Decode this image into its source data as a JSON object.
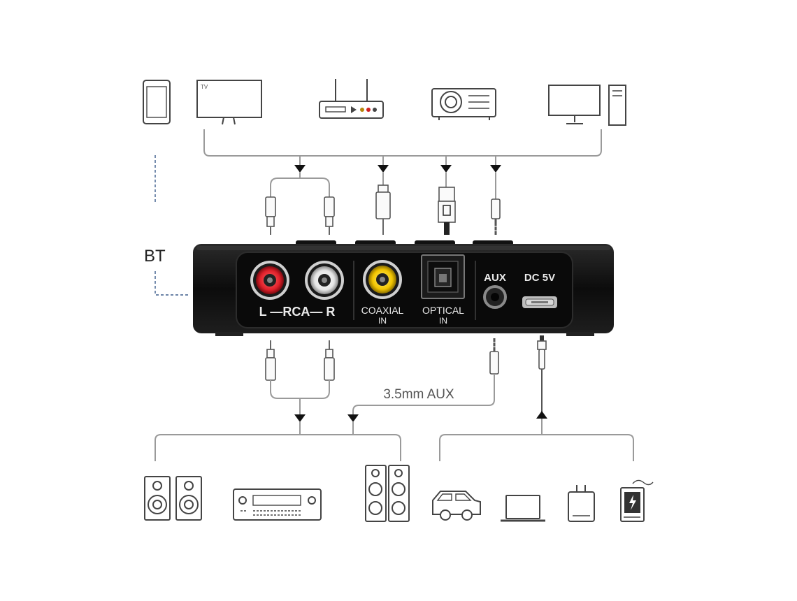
{
  "labels": {
    "bt": "BT",
    "aux_cable": "3.5mm AUX"
  },
  "device": {
    "rca_label": "L —RCA— R",
    "coaxial_label_line1": "COAXIAL",
    "coaxial_label_line2": "IN",
    "optical_label_line1": "OPTICAL",
    "optical_label_line2": "IN",
    "aux_label": "AUX",
    "dc_label": "DC 5V"
  },
  "sources": {
    "tv_label": "TV",
    "icons": [
      "phone-icon",
      "tv-icon",
      "router-icon",
      "projector-icon",
      "desktop-pc-icon"
    ]
  },
  "outputs": {
    "audio_icons": [
      "bookshelf-speakers-icon",
      "av-receiver-icon",
      "floor-speakers-icon"
    ],
    "power_icons": [
      "car-icon",
      "laptop-icon",
      "wall-adapter-icon",
      "power-bank-icon"
    ]
  },
  "colors": {
    "rca_left": "#e0202a",
    "rca_right": "#ffffff",
    "coaxial": "#f2c500",
    "device_body": "#111111",
    "cable": "#9a9a9a"
  }
}
